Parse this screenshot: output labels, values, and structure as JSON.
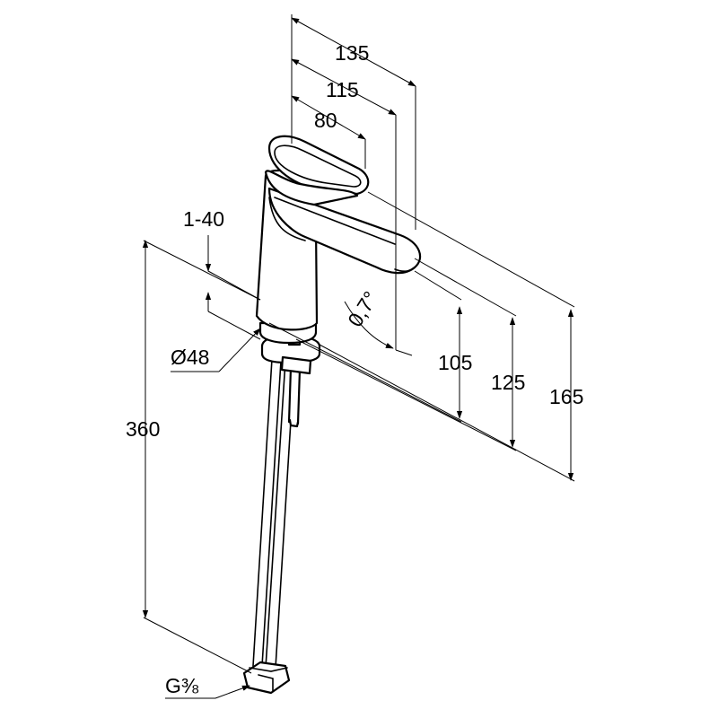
{
  "dimensions": {
    "width_total": "135",
    "width_mid": "115",
    "width_spout": "80",
    "deck_thickness": "1-40",
    "base_diameter": "Ø48",
    "spout_angle": "0,7°",
    "height_outlet": "105",
    "height_mid": "125",
    "height_total": "165",
    "hose_length": "360",
    "connection_thread": "G⅜"
  },
  "colors": {
    "line": "#000000",
    "background": "#ffffff"
  }
}
